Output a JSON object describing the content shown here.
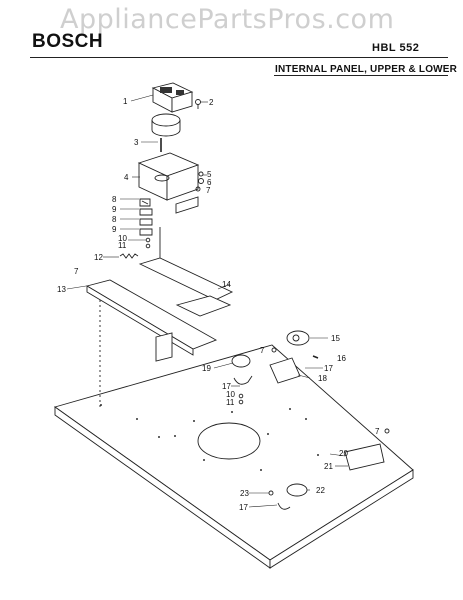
{
  "header": {
    "watermark": "AppliancePartsPros.com",
    "brand": "BOSCH",
    "model": "HBL 552",
    "section_title": "INTERNAL PANEL, UPPER & LOWER"
  },
  "callouts": [
    "1",
    "2",
    "3",
    "4",
    "5",
    "6",
    "7",
    "8",
    "9",
    "8",
    "9",
    "10",
    "11",
    "12",
    "7",
    "13",
    "14",
    "15",
    "7",
    "16",
    "17",
    "18",
    "19",
    "17",
    "10",
    "11",
    "7",
    "20",
    "21",
    "22",
    "23",
    "17"
  ]
}
